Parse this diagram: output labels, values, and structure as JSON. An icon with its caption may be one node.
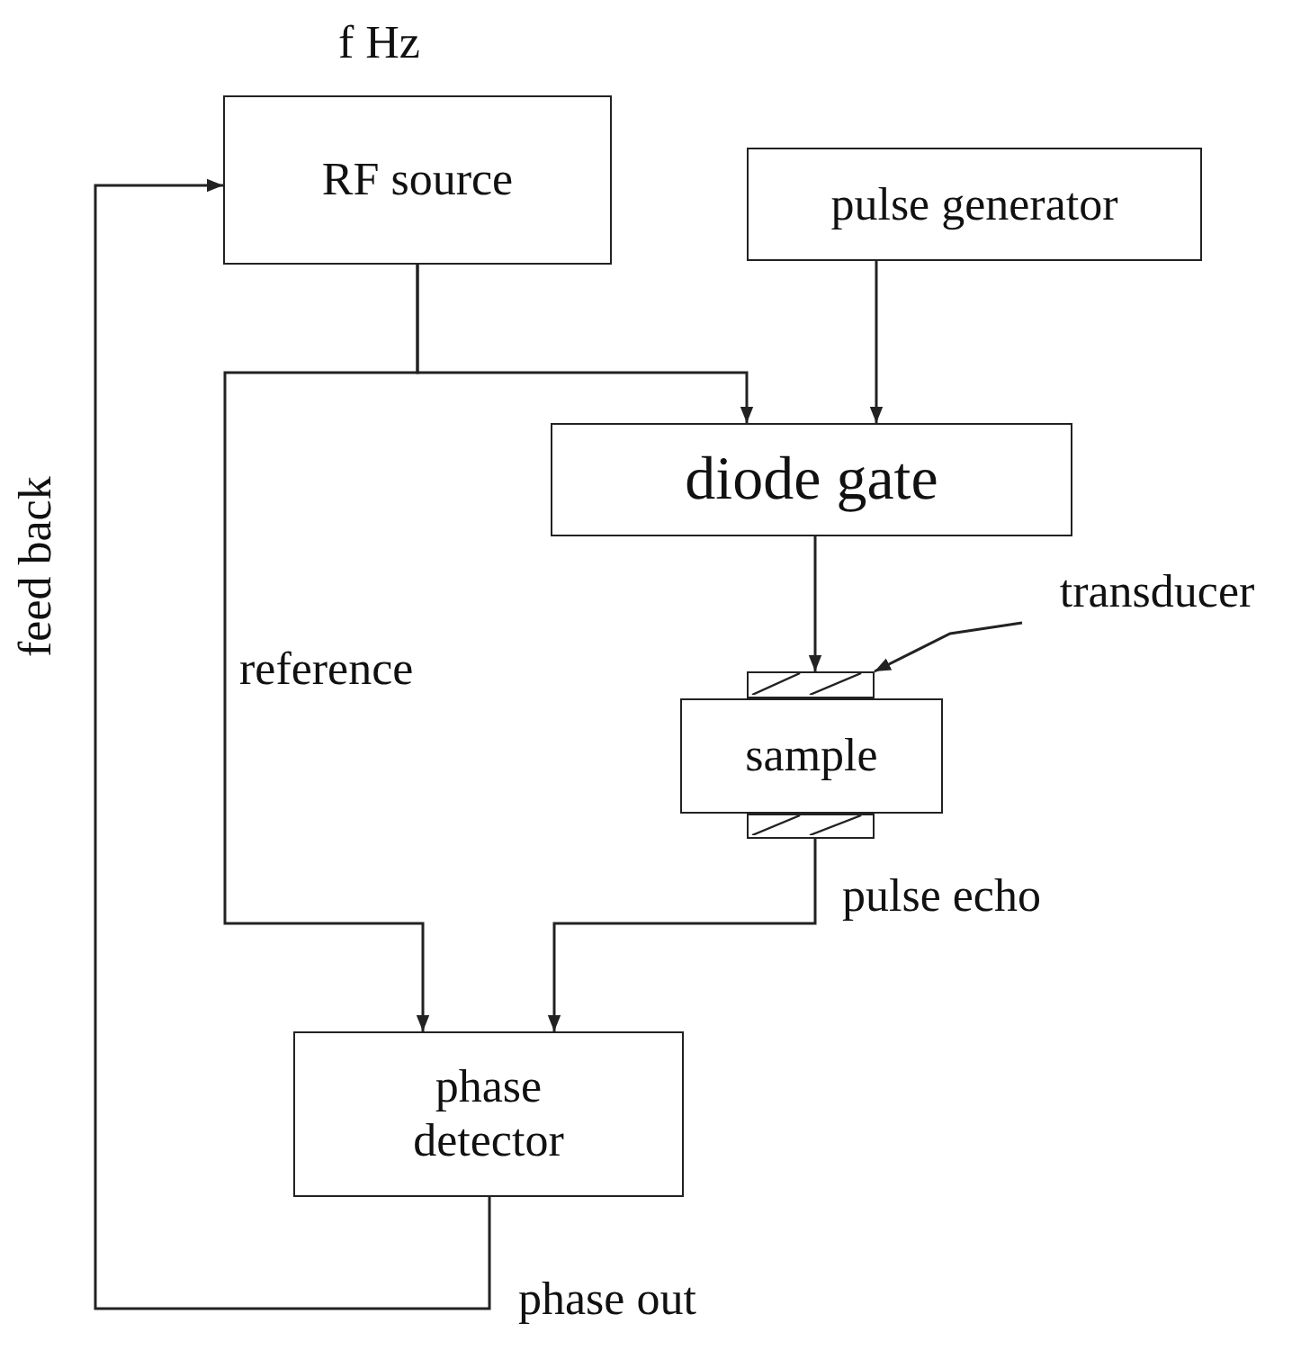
{
  "diagram": {
    "nodes": [
      {
        "text": [
          "RF source"
        ],
        "beside": [
          "f Hz"
        ]
      },
      {
        "text": [
          "pulse generator"
        ]
      },
      {
        "text": [
          "diode gate"
        ]
      },
      {
        "text": [],
        "shape": "bar"
      },
      {
        "text": [
          "sample"
        ]
      },
      {
        "text": [],
        "shape": "bar"
      },
      {
        "text": [
          "phase detector"
        ]
      },
      {
        "text": [
          "transducer"
        ]
      }
    ],
    "edges": [
      {
        "from": 0,
        "to": 2,
        "arrow": "to"
      },
      {
        "from": 0,
        "to": 6,
        "arrow": "to",
        "label": "reference"
      },
      {
        "from": 1,
        "to": 2,
        "arrow": "to"
      },
      {
        "from": 2,
        "to": 3,
        "arrow": "to"
      },
      {
        "from": 5,
        "to": 6,
        "arrow": "to",
        "label": "pulse echo"
      },
      {
        "from": 6,
        "to": 0,
        "arrow": "to",
        "label": "feed back"
      },
      {
        "from": 7,
        "to": 3,
        "arrow": "to"
      }
    ],
    "labels": [
      "phase out"
    ]
  }
}
